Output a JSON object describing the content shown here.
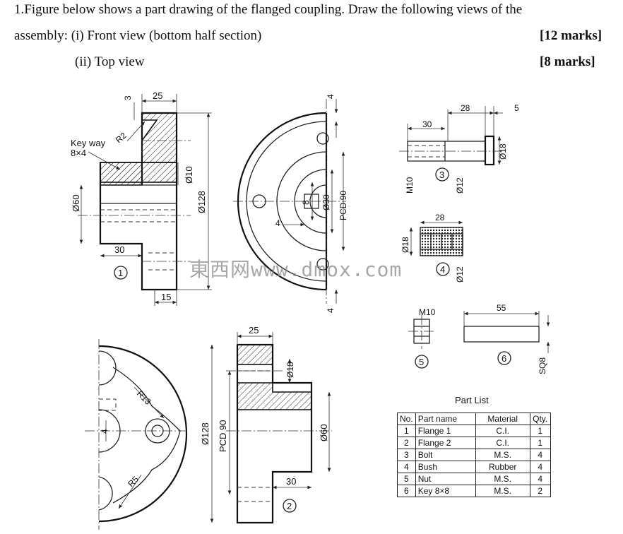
{
  "question": {
    "line1": "1.Figure below shows a part drawing of the flanged coupling. Draw the following views of the",
    "line2": "assembly: (i) Front view (bottom half section)",
    "marks1": "[12 marks]",
    "line3": "(ii) Top view",
    "marks2": "[8 marks]"
  },
  "watermark": "東西网www.dmox.com",
  "drawing": {
    "flange1": {
      "dims": [
        "25",
        "3",
        "R2",
        "Key way",
        "8×4",
        "Ø10",
        "Ø128",
        "Ø60",
        "30",
        "15"
      ],
      "tag": "1"
    },
    "flange1_side": {
      "dims": [
        "4",
        "8",
        "Ø30",
        "PCD 90",
        "4",
        "4"
      ]
    },
    "bolt": {
      "dims": [
        "28",
        "5",
        "30",
        "Ø18",
        "M10",
        "Ø12"
      ],
      "tag": "3"
    },
    "bush": {
      "dims": [
        "28",
        "Ø18",
        "Ø12"
      ],
      "tag": "4"
    },
    "nut": {
      "dims": [
        "M10"
      ],
      "tag": "5"
    },
    "key": {
      "dims": [
        "55",
        "SQ8"
      ],
      "tag": "6"
    },
    "flange2_side": {
      "dims": [
        "R13",
        "4",
        "R5"
      ]
    },
    "flange2": {
      "dims": [
        "25",
        "Ø18",
        "Ø128",
        "PCD 90",
        "Ø60",
        "30"
      ],
      "tag": "2"
    }
  },
  "part_list": {
    "title": "Part List",
    "headers": [
      "No.",
      "Part name",
      "Material",
      "Qty."
    ],
    "rows": [
      [
        "1",
        "Flange 1",
        "C.I.",
        "1"
      ],
      [
        "2",
        "Flange 2",
        "C.I.",
        "1"
      ],
      [
        "3",
        "Bolt",
        "M.S.",
        "4"
      ],
      [
        "4",
        "Bush",
        "Rubber",
        "4"
      ],
      [
        "5",
        "Nut",
        "M.S.",
        "4"
      ],
      [
        "6",
        "Key 8×8",
        "M.S.",
        "2"
      ]
    ]
  }
}
